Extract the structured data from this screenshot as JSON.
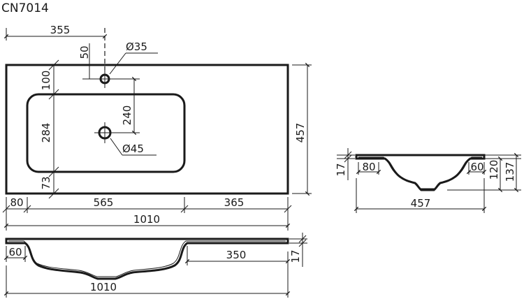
{
  "model": "CN7014",
  "top_view": {
    "top_355": "355",
    "d50": "50",
    "hole1_dia": "Ø35",
    "d100": "100",
    "d240": "240",
    "d284": "284",
    "d73": "73",
    "hole2_dia": "Ø45",
    "d457": "457",
    "b80": "80",
    "b565": "565",
    "b365": "365",
    "b1010": "1010"
  },
  "side_view": {
    "s17": "17",
    "s80": "80",
    "s60": "60",
    "s120": "120",
    "s137": "137",
    "s457": "457"
  },
  "front_view": {
    "f60": "60",
    "f350": "350",
    "f17": "17",
    "f1010": "1010"
  }
}
